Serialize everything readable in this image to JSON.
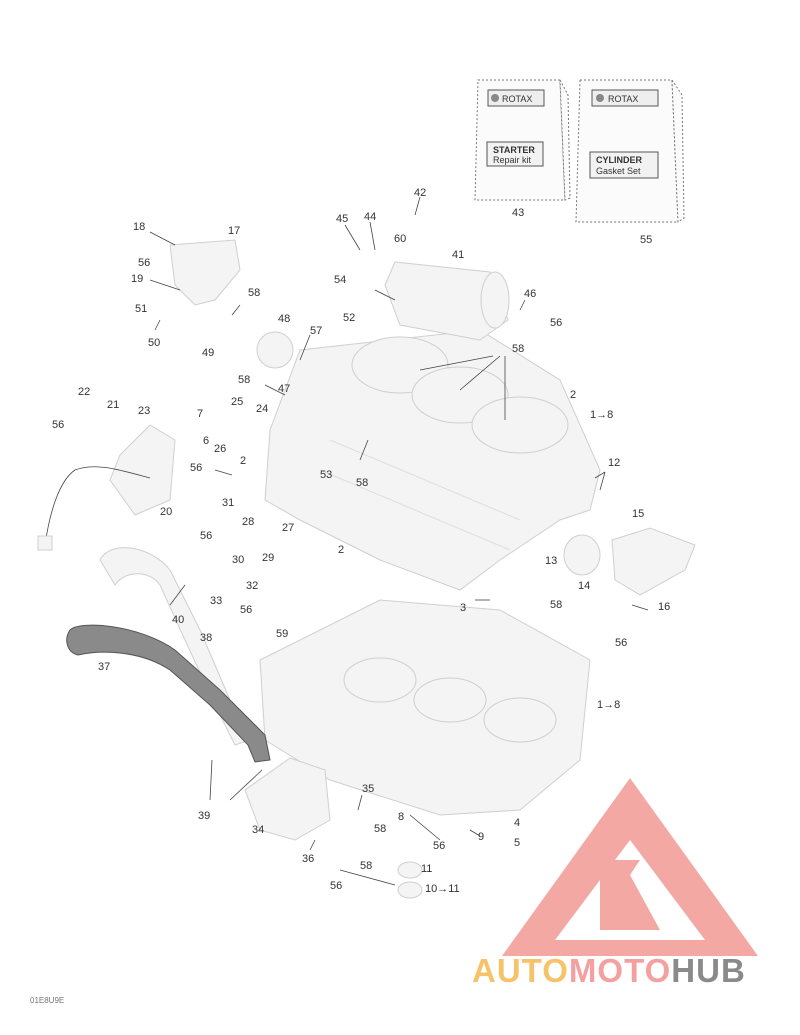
{
  "kits": [
    {
      "brand": "ROTAX",
      "title": "STARTER",
      "subtitle": "Repair kit",
      "ref": "43"
    },
    {
      "brand": "ROTAX",
      "title": "CYLINDER",
      "subtitle": "Gasket Set",
      "ref": "55"
    }
  ],
  "callouts": [
    "42",
    "45",
    "44",
    "60",
    "41",
    "18",
    "17",
    "56",
    "19",
    "58",
    "51",
    "50",
    "49",
    "48",
    "54",
    "46",
    "56",
    "52",
    "57",
    "58",
    "47",
    "58",
    "22",
    "21",
    "56",
    "23",
    "7",
    "25",
    "24",
    "6",
    "26",
    "2",
    "2",
    "1→8",
    "56",
    "53",
    "58",
    "12",
    "31",
    "20",
    "28",
    "27",
    "56",
    "30",
    "29",
    "2",
    "15",
    "13",
    "32",
    "14",
    "33",
    "56",
    "3",
    "58",
    "16",
    "40",
    "38",
    "59",
    "56",
    "37",
    "1→8",
    "35",
    "58",
    "4",
    "8",
    "9",
    "5",
    "56",
    "39",
    "34",
    "36",
    "58",
    "11",
    "56",
    "10→11"
  ],
  "brand": {
    "part1": "AUTO",
    "part2": "MOTO",
    "part3": "HUB"
  },
  "drawing_code": "01E8U9E"
}
